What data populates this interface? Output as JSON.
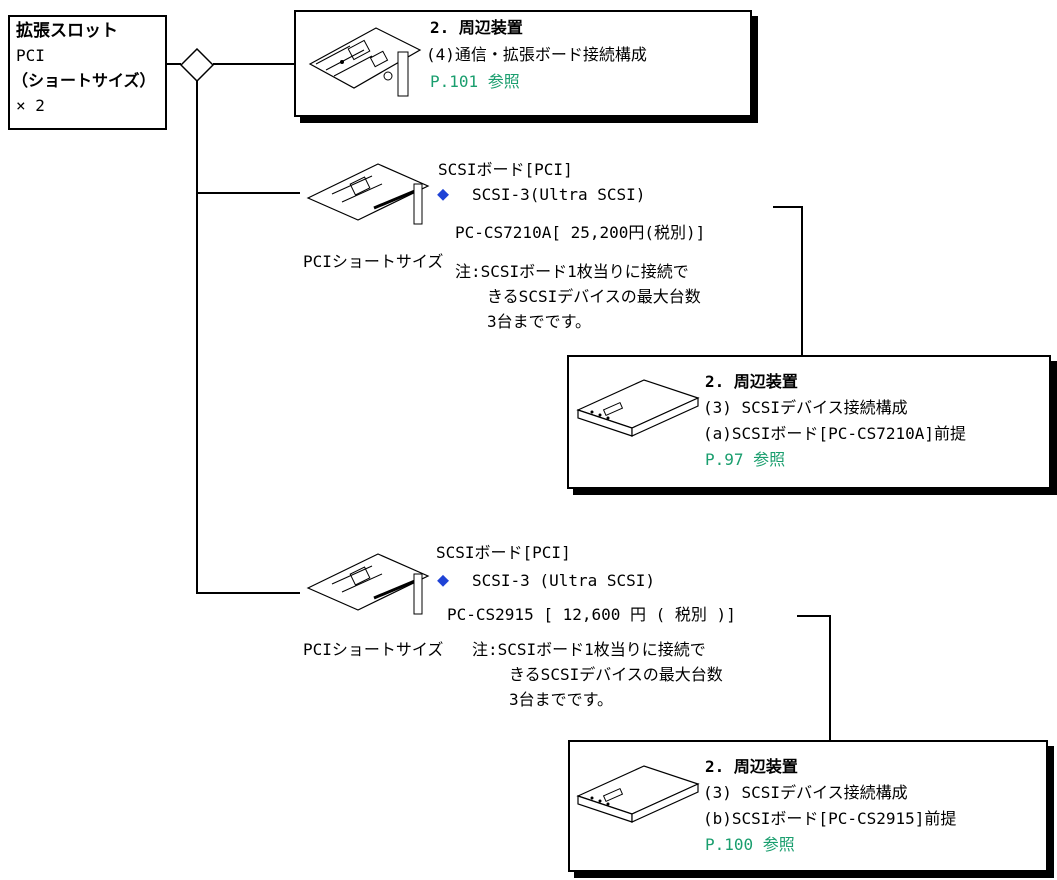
{
  "slot": {
    "title": "拡張スロット",
    "line2": "PCI",
    "line3": "（ショートサイズ）",
    "line4": "× 2"
  },
  "ref_top": {
    "line1": "2. 周辺装置",
    "line2": "(4)通信・拡張ボード接続構成",
    "page": "P.101 参照"
  },
  "board1": {
    "name": "SCSIボード[PCI]",
    "spec": "SCSI-3(Ultra SCSI)",
    "model": "PC-CS7210A[ 25,200円(税別)]",
    "caption": "PCIショートサイズ",
    "note1": "注:SCSIボード1枚当りに接続で",
    "note2": "きるSCSIデバイスの最大台数",
    "note3": "3台までです。"
  },
  "ref1": {
    "line1": "2. 周辺装置",
    "line2": "(3) SCSIデバイス接続構成",
    "line3": "(a)SCSIボード[PC-CS7210A]前提",
    "page": "P.97 参照"
  },
  "board2": {
    "name": "SCSIボード[PCI]",
    "spec": "SCSI-3 (Ultra SCSI)",
    "model": "PC-CS2915 [ 12,600 円 ( 税別 )]",
    "caption": "PCIショートサイズ",
    "note1": "注:SCSIボード1枚当りに接続で",
    "note2": "きるSCSIデバイスの最大台数",
    "note3": "3台までです。"
  },
  "ref2": {
    "line1": "2. 周辺装置",
    "line2": "(3) SCSIデバイス接続構成",
    "line3": "(b)SCSIボード[PC-CS2915]前提",
    "page": "P.100 参照"
  },
  "colors": {
    "accent_blue": "#1f43d6",
    "ref_green": "#1a9e6e"
  },
  "icons": [
    "diamond-bullet-icon",
    "pci-board-icon",
    "scsi-device-icon",
    "branch-diamond-icon"
  ]
}
